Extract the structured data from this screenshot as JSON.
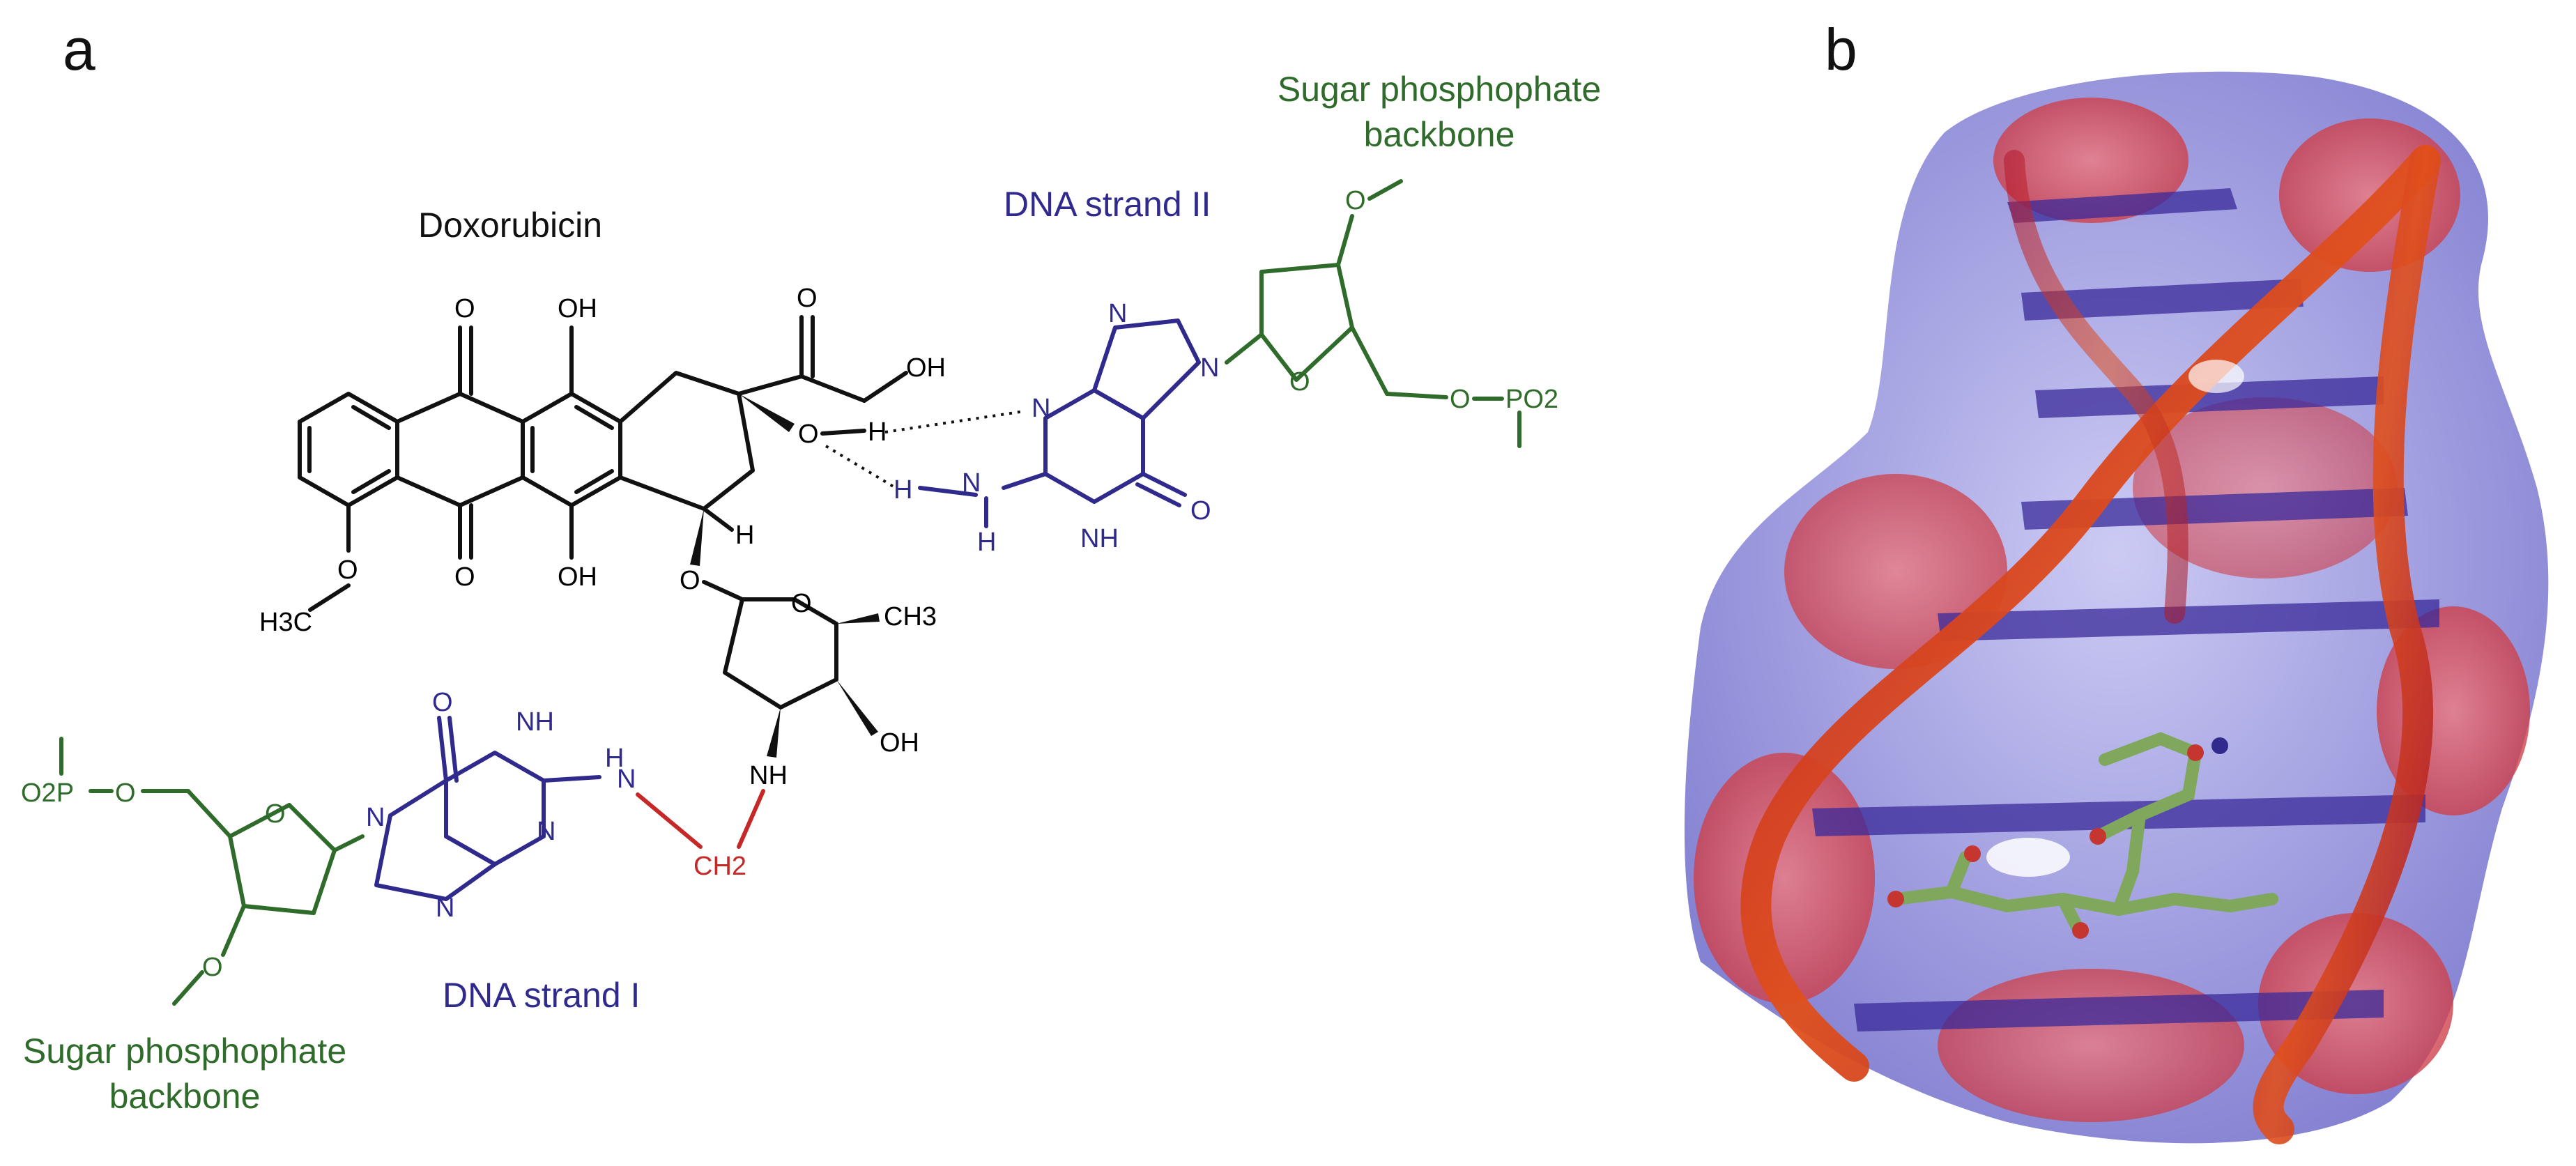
{
  "panels": {
    "a": "a",
    "b": "b"
  },
  "labels": {
    "doxorubicin": "Doxorubicin",
    "strand2": "DNA strand II",
    "strand1": "DNA strand I",
    "backbone_top_1": "Sugar phosphophate",
    "backbone_top_2": "backbone",
    "backbone_bot_1": "Sugar phosphophate",
    "backbone_bot_2": "backbone"
  },
  "atoms": {
    "O": "O",
    "OH": "OH",
    "H": "H",
    "N": "N",
    "NH": "NH",
    "HN": "HN",
    "H3C": "H3C",
    "CH3": "CH3",
    "CH2": "CH2",
    "PO2": "PO2",
    "O2P": "O2P"
  },
  "colors": {
    "molecule": "#111111",
    "dna": "#2f2a8c",
    "backbone": "#2f6b2a",
    "crosslink": "#c62828",
    "surface_red": "#d9434c",
    "surface_blue": "#8a88d8",
    "ribbon": "#d6361f",
    "drug": "#7fa85c"
  }
}
